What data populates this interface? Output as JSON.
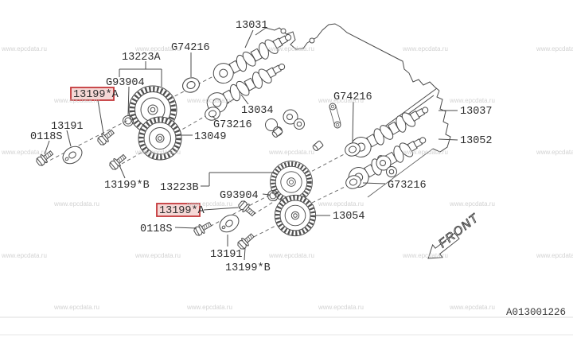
{
  "watermark": {
    "text": "www.epcdata.ru",
    "color": "#c7c7c7"
  },
  "highlight": {
    "border_color": "#c4393b",
    "fill_color": "#f5d8d6"
  },
  "diagram": {
    "drawing_code": "A013001226",
    "front_label": "FRONT",
    "labels": {
      "cam_13031": "13031",
      "g74216_top": "G74216",
      "sprocket_13223a": "13223A",
      "g93904_upper": "G93904",
      "bolt_13199a_upper": "13199*A",
      "plate_13191_upper": "13191",
      "bolt_0118s_upper": "0118S",
      "cam_13034": "13034",
      "g73216_left": "G73216",
      "gear_13049": "13049",
      "bolt_13199b_upper": "13199*B",
      "sprocket_13223b": "13223B",
      "g93904_lower": "G93904",
      "g74216_right": "G74216",
      "cam_13037": "13037",
      "cam_13052": "13052",
      "g73216_right": "G73216",
      "bolt_13199a_lower": "13199*A",
      "bolt_0118s_lower": "0118S",
      "gear_13054": "13054",
      "plate_13191_lower": "13191",
      "bolt_13199b_lower": "13199*B"
    }
  }
}
